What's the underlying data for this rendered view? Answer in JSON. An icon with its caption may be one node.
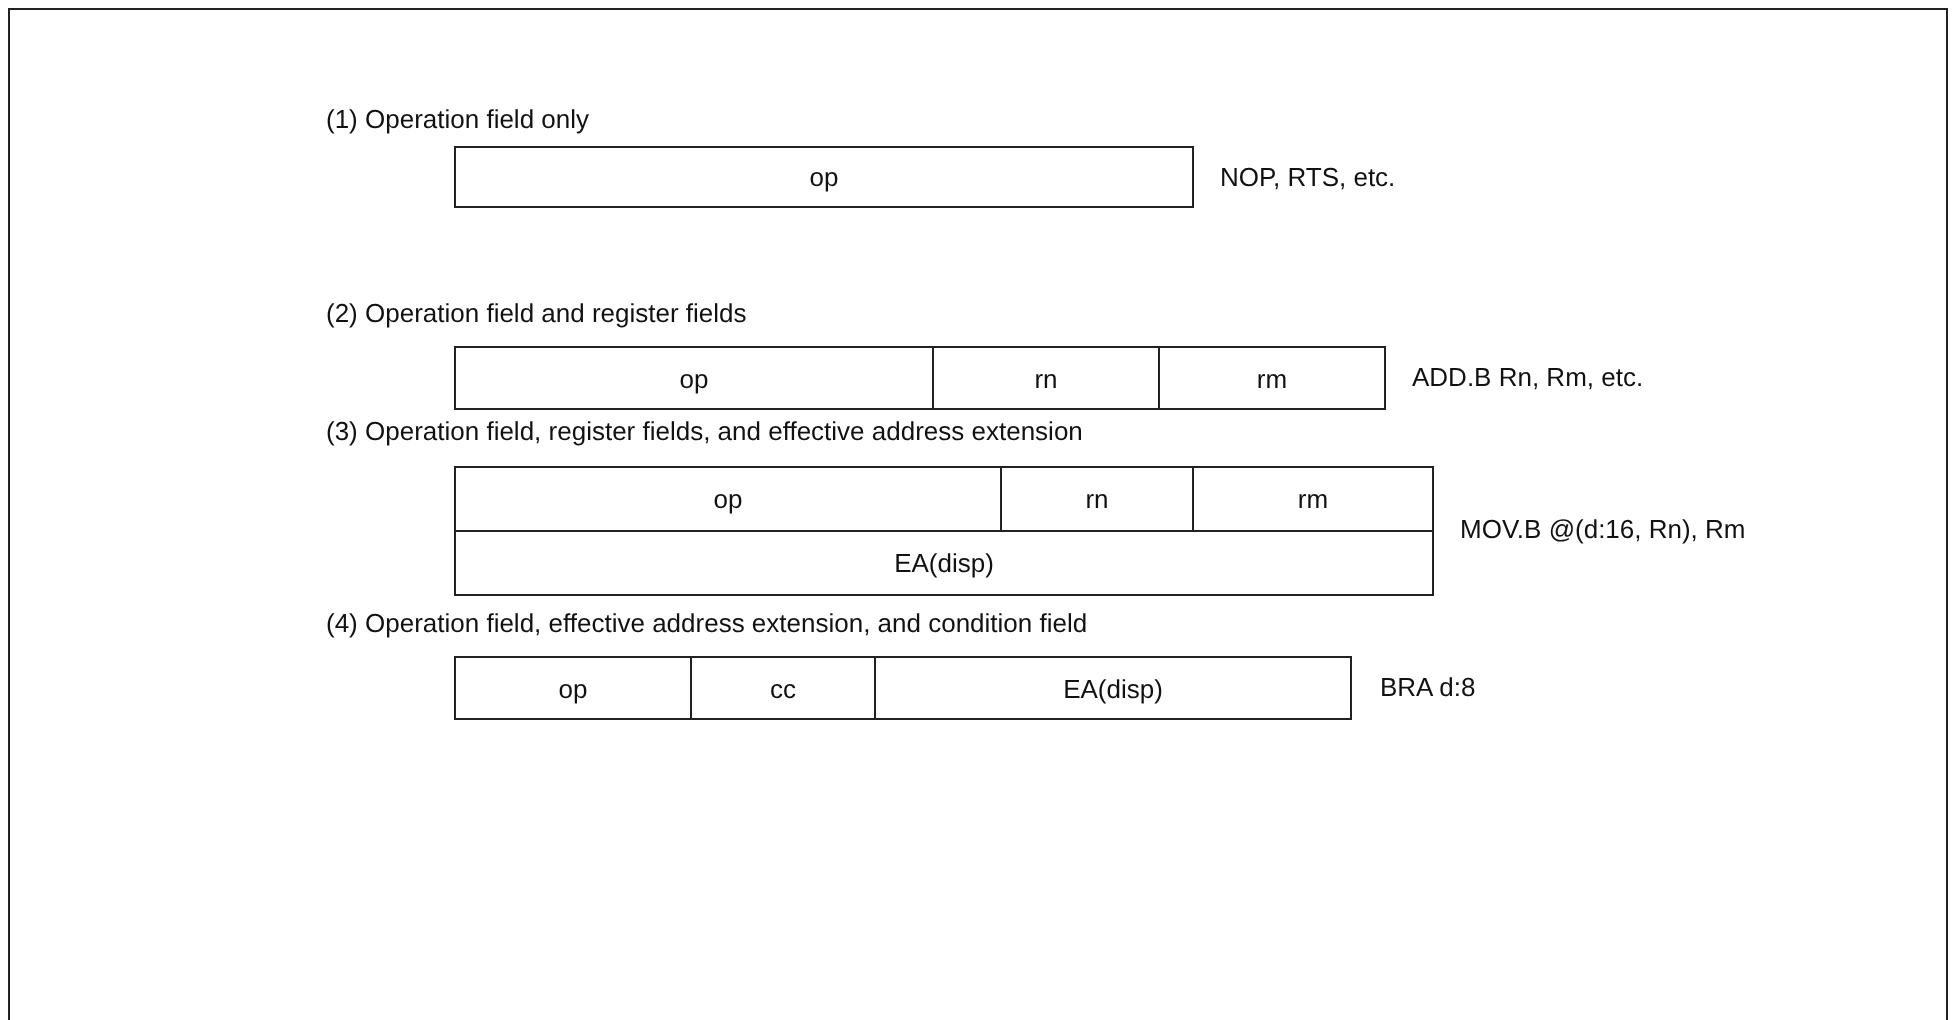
{
  "diagram": {
    "nodes": [
      {
        "text": [
          "op"
        ]
      },
      {
        "text": [
          "op"
        ]
      },
      {
        "text": [
          "rn"
        ]
      },
      {
        "text": [
          "rm"
        ]
      },
      {
        "text": [
          "op"
        ]
      },
      {
        "text": [
          "rn"
        ]
      },
      {
        "text": [
          "rm"
        ]
      },
      {
        "text": [
          "EA(disp)"
        ]
      },
      {
        "text": [
          "op"
        ]
      },
      {
        "text": [
          "cc"
        ]
      },
      {
        "text": [
          "EA(disp)"
        ]
      }
    ],
    "labels": [
      "(1) Operation field only",
      "NOP, RTS, etc.",
      "(2) Operation field and register fields",
      "ADD.B Rn, Rm, etc.",
      "(3) Operation field, register fields, and effective address extension",
      "MOV.B @(d:16, Rn), Rm",
      "(4) Operation field, effective address extension, and condition field",
      "BRA d:8"
    ]
  }
}
